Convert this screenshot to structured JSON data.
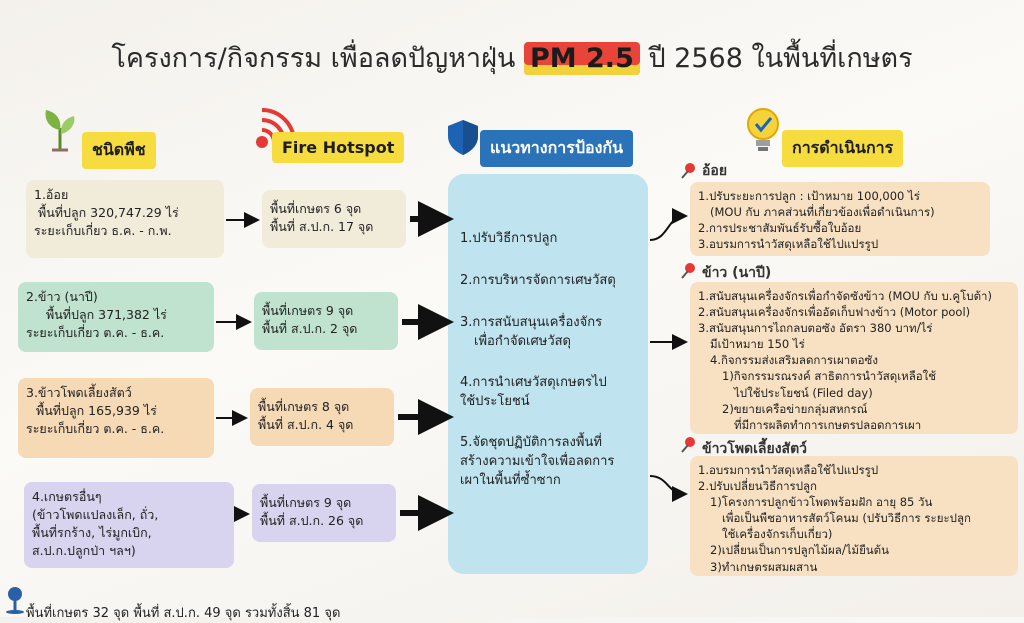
{
  "title_prefix": "โครงการ/กิจกรรม เพื่อลดปัญหาฝุ่น",
  "title_pm": "PM 2.5",
  "title_suffix": "ปี 2568 ในพื้นที่เกษตร",
  "headers": {
    "crop": "ชนิดพืช",
    "hotspot": "Fire Hotspot",
    "prevention": "แนวทางการป้องกัน",
    "action": "การดำเนินการ"
  },
  "crops": [
    {
      "lines": [
        "1.อ้อย",
        "พื้นที่ปลูก 320,747.29 ไร่",
        "ระยะเก็บเกี่ยว ธ.ค. - ก.พ."
      ]
    },
    {
      "lines": [
        "2.ข้าว (นาปี)",
        "พื้นที่ปลูก 371,382 ไร่",
        "ระยะเก็บเกี่ยว ต.ค. - ธ.ค."
      ]
    },
    {
      "lines": [
        "3.ข้าวโพดเลี้ยงสัตว์",
        "พื้นที่ปลูก 165,939 ไร่",
        "ระยะเก็บเกี่ยว ต.ค. - ธ.ค."
      ]
    },
    {
      "lines": [
        "4.เกษตรอื่นๆ",
        "(ข้าวโพดแปลงเล็ก, ถั่ว,",
        "พื้นที่รกร้าง, ไร่มูกเบิก,",
        "ส.ป.ก.ปลูกป่า ฯลฯ)"
      ]
    }
  ],
  "hotspots": [
    {
      "lines": [
        "พื้นที่เกษตร 6 จุด",
        "พื้นที่ ส.ป.ก. 17 จุด"
      ]
    },
    {
      "lines": [
        "พื้นที่เกษตร 9 จุด",
        "พื้นที่ ส.ป.ก. 2 จุด"
      ]
    },
    {
      "lines": [
        "พื้นที่เกษตร 8 จุด",
        "พื้นที่ ส.ป.ก. 4 จุด"
      ]
    },
    {
      "lines": [
        "พื้นที่เกษตร 9 จุด",
        "พื้นที่ ส.ป.ก. 26 จุด"
      ]
    }
  ],
  "prevention_items": [
    [
      "1.ปรับวิธีการปลูก"
    ],
    [
      "2.การบริหารจัดการเศษวัสดุ"
    ],
    [
      "3.การสนับสนุนเครื่องจักร",
      "เพื่อกำจัดเศษวัสดุ"
    ],
    [
      "4.การนำเศษวัสดุเกษตรไป",
      "ใช้ประโยชน์"
    ],
    [
      "5.จัดชุดปฏิบัติการลงพื้นที่",
      "สร้างความเข้าใจเพื่อลดการ",
      "เผาในพื้นที่ซ้ำซาก"
    ]
  ],
  "actions": [
    {
      "title": "อ้อย",
      "lines": [
        "1.ปรับระยะการปลูก : เป้าหมาย 100,000 ไร่",
        "(MOU กับ ภาคส่วนที่เกี่ยวข้องเพื่อดำเนินการ)",
        "2.การประชาสัมพันธ์รับซื้อใบอ้อย",
        "3.อบรมการนำวัสดุเหลือใช้ไปแปรรูป"
      ]
    },
    {
      "title": "ข้าว (นาปี)",
      "lines": [
        "1.สนับสนุนเครื่องจักรเพื่อกำจัดซังข้าว (MOU กับ บ.คูโบต้า)",
        "2.สนับสนุนเครื่องจักรเพื่ออัดเก็บฟางข้าว (Motor pool)",
        "3.สนับสนุนการไถกลบตอซัง อัตรา 380 บาท/ไร่",
        "มีเป้าหมาย 150 ไร่",
        "4.กิจกรรมส่งเสริมลดการเผาตอซัง",
        "1)กิจกรรมรณรงค์ สาธิตการนำวัสดุเหลือใช้",
        "ไปใช้ประโยชน์ (Filed day)",
        "2)ขยายเครือข่ายกลุ่มสหกรณ์",
        "ที่มีการผลิตทำการเกษตรปลอดการเผา"
      ]
    },
    {
      "title": "ข้าวโพดเลี้ยงสัตว์",
      "lines": [
        "1.อบรมการนำวัสดุเหลือใช้ไปแปรรูป",
        "2.ปรับเปลี่ยนวิธีการปลูก",
        "1)โครงการปลูกข้าวโพดพร้อมฝัก อายุ 85 วัน",
        "เพื่อเป็นพืชอาหารสัตว์โคนม (ปรับวิธีการ ระยะปลูก",
        "ใช้เครื่องจักรเก็บเกี่ยว)",
        "2)เปลี่ยนเป็นการปลูกไม้ผล/ไม้ยืนต้น",
        "3)ทำเกษตรผสมผสาน"
      ]
    }
  ],
  "footer": "พื้นที่เกษตร 32 จุด พื้นที่ ส.ป.ก. 49 จุด รวมทั้งสิ้น 81 จุด"
}
